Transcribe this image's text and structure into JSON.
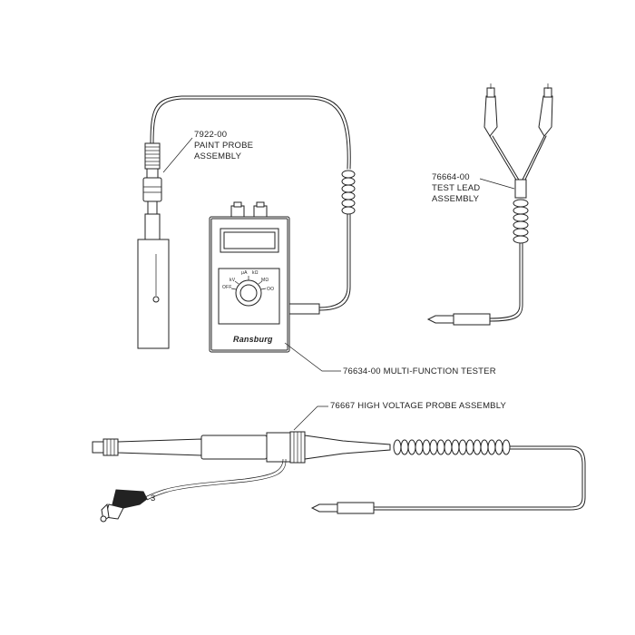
{
  "labels": {
    "paint_probe_number": "7922-00",
    "paint_probe_line1": "PAINT PROBE",
    "paint_probe_line2": "ASSEMBLY",
    "test_lead_number": "76664-00",
    "test_lead_line1": "TEST LEAD",
    "test_lead_line2": "ASSEMBLY",
    "tester": "76634-00 MULTI-FUNCTION TESTER",
    "hv_probe": "76667 HIGH VOLTAGE PROBE ASSEMBLY"
  },
  "device": {
    "brand": "Ransburg",
    "dial_off": "OFF",
    "dial_kv": "kV",
    "dial_ua": "μA",
    "dial_kohm": "kΩ",
    "dial_mohm": "MΩ",
    "dial_ohm": "OO"
  },
  "hv_probe_clip_mark": "3"
}
